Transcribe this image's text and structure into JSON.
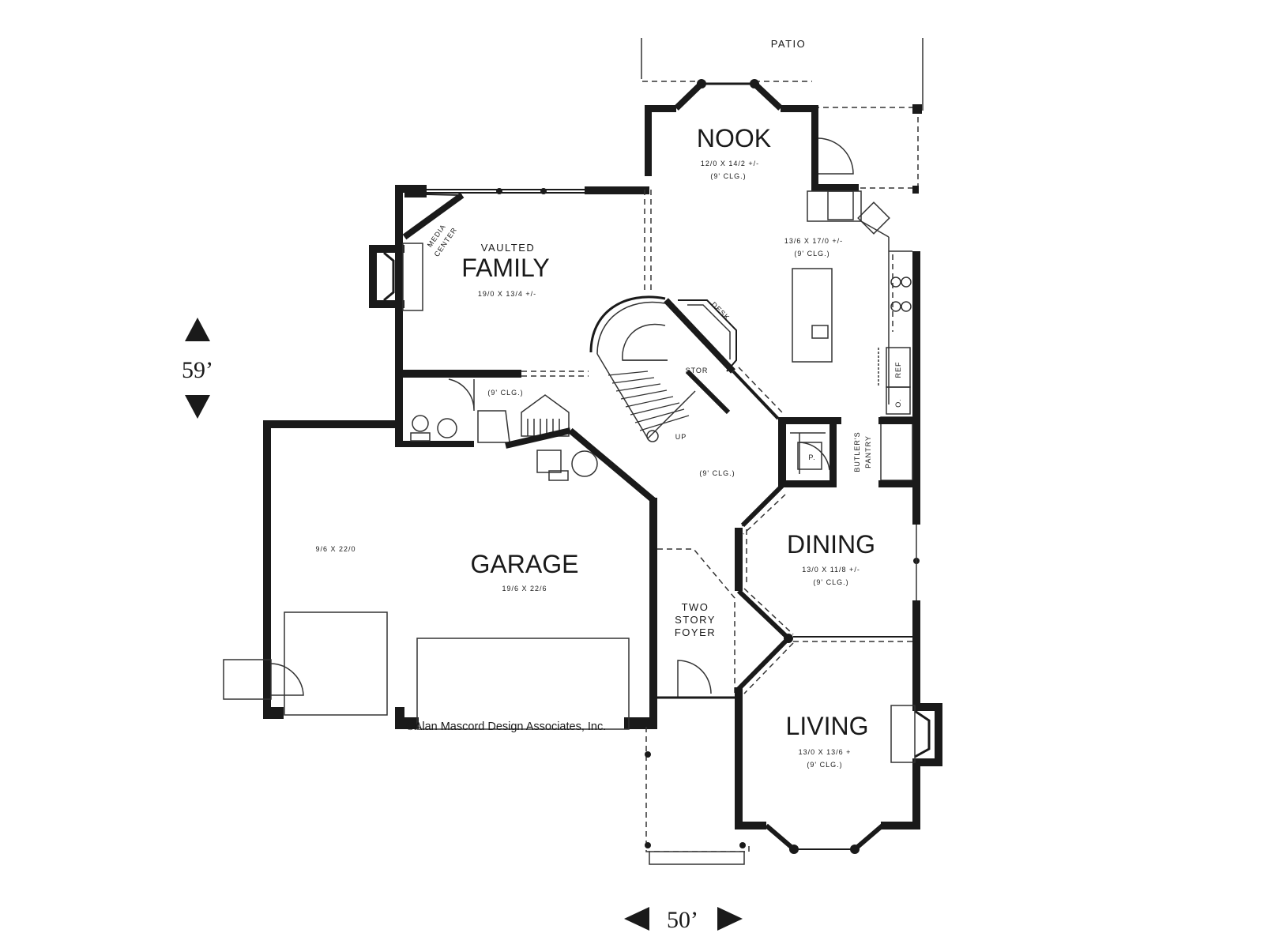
{
  "patio": "PATIO",
  "rooms": {
    "nook": {
      "name": "NOOK",
      "size": "12/0 X 14/2 +/-",
      "ceiling": "(9' CLG.)"
    },
    "kitchen": {
      "size": "13/6 X 17/0 +/-",
      "ceiling": "(9' CLG.)"
    },
    "family": {
      "prefix": "VAULTED",
      "name": "FAMILY",
      "size": "19/0 X 13/4 +/-"
    },
    "media_center": {
      "line1": "MEDIA",
      "line2": "CENTER"
    },
    "garage": {
      "name": "GARAGE",
      "size": "19/6 X 22/6",
      "side_size": "9/6 X 22/0"
    },
    "dining": {
      "name": "DINING",
      "size": "13/0 X 11/8 +/-",
      "ceiling": "(9' CLG.)"
    },
    "living": {
      "name": "LIVING",
      "size": "13/0 X 13/6 +",
      "ceiling": "(9' CLG.)"
    },
    "foyer": {
      "line1": "TWO",
      "line2": "STORY",
      "line3": "FOYER"
    },
    "butlers_pantry": {
      "line1": "BUTLER'S",
      "line2": "PANTRY"
    }
  },
  "labels": {
    "desk": "DESK",
    "stor": "STOR",
    "up": "UP",
    "ref": "REF",
    "oven": "O.",
    "pantry": "P.",
    "laundry_ceiling": "(9' CLG.)",
    "hall_ceiling": "(9' CLG.)"
  },
  "dimensions": {
    "depth": "59’",
    "width": "50’"
  },
  "copyright": "©Alan Mascord Design Associates, Inc."
}
